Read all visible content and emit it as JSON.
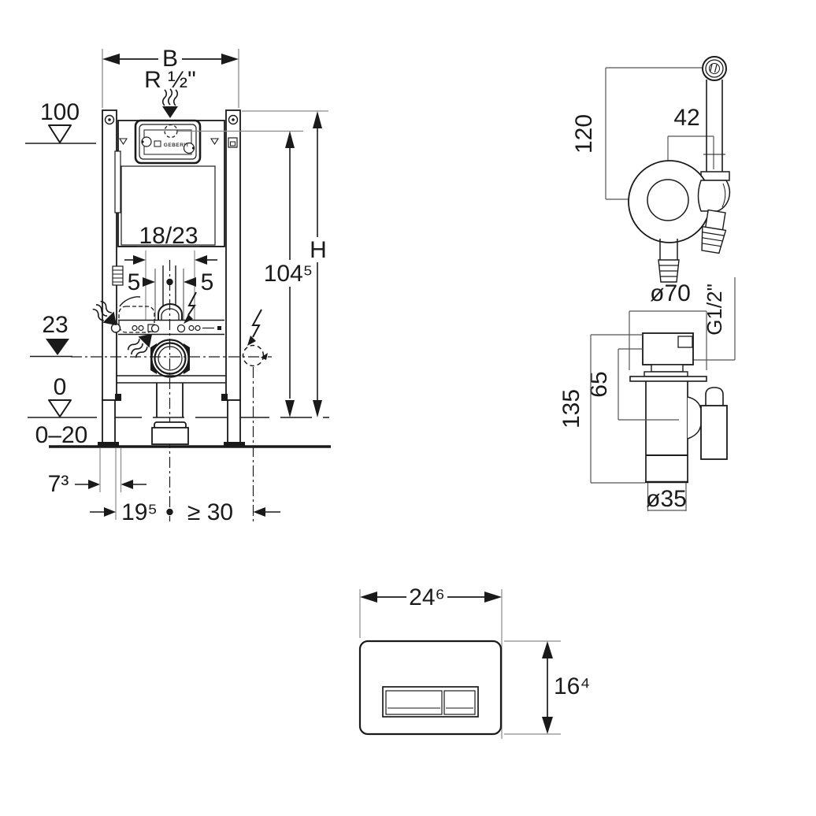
{
  "frame": {
    "width": "B",
    "supply": "R ½\"",
    "level_top": "100",
    "bolt_spacing": "18/23",
    "offset_l": "5",
    "offset_r": "5",
    "level_outlet": "23",
    "level_zero": "0",
    "floor_range": "0–20",
    "height_sym": "H",
    "height_val": "104⁵",
    "profile_depth": "7³",
    "center_dist": "19⁵",
    "clearance": "≥ 30",
    "brand": "GEBERIT"
  },
  "spray": {
    "height": "120",
    "spacing": "42"
  },
  "valve": {
    "flange_dia": "ø70",
    "thread": "G1/2\"",
    "inlet_height": "65",
    "total_height": "135",
    "pipe_dia": "ø35"
  },
  "plate": {
    "width": "24⁶",
    "height": "16⁴"
  },
  "colors": {
    "line": "#1a1a1a",
    "ext": "#8a8a8a",
    "bg": "#ffffff"
  }
}
